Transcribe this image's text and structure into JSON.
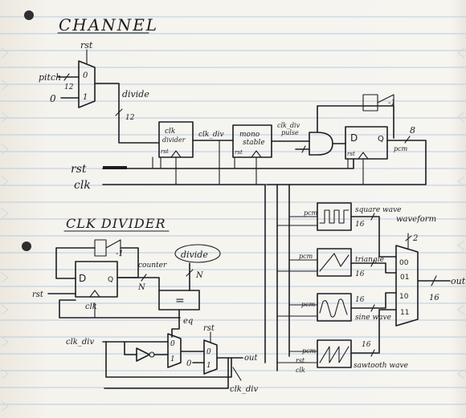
{
  "titles": {
    "channel": "CHANNEL",
    "clk_divider": "CLK DIVIDER"
  },
  "channel": {
    "mux": {
      "in0": "pitch",
      "in1": "0",
      "sel_top": "rst",
      "port0": "0",
      "port1": "1",
      "bus_width": "12"
    },
    "divide": {
      "label": "divide",
      "bus_width": "12"
    },
    "clk_divider_block": {
      "line1": "clk",
      "line2": "divider",
      "rst": "rst"
    },
    "clk_div_wire": "clk_div",
    "mono_stable": {
      "line1": "mono",
      "line2": "stable",
      "rst": "rst"
    },
    "clk_div_pulse": {
      "line1": "clk_div",
      "line2": "pulse"
    },
    "dff": {
      "d": "D",
      "q": "Q",
      "rst": "rst"
    },
    "pcm": {
      "label": "pcm",
      "bus_width": "8"
    },
    "toggle": {
      "label": "-1"
    },
    "inputs": {
      "rst": "rst",
      "clk": "clk"
    }
  },
  "waves": [
    {
      "pcm": "pcm",
      "name": "square wave",
      "bits": "16"
    },
    {
      "pcm": "pcm",
      "name": "triangle",
      "bits": "16"
    },
    {
      "pcm": "pcm",
      "name": "sine wave",
      "bits": "16"
    },
    {
      "pcm": "pcm",
      "name": "sawtooth wave",
      "bits": "16"
    }
  ],
  "waveform_mux": {
    "label": "waveform",
    "sel_width": "2",
    "inputs": [
      "00",
      "01",
      "10",
      "11"
    ],
    "out": "out",
    "out_width": "16"
  },
  "bottom_labels": {
    "rst": "rst",
    "clk": "clk"
  },
  "divider": {
    "counter": "counter",
    "divide": "divide",
    "n1": "N",
    "n2": "N",
    "toggle": "-1",
    "dff": {
      "d": "D",
      "q": "Q",
      "clk": "clk"
    },
    "rst": "rst",
    "equal": "=",
    "eq": "eq",
    "clk_div_in": "clk_div",
    "mux1": {
      "port0": "0",
      "port1": "1"
    },
    "zero": "0",
    "rst2": "rst",
    "mux2": {
      "port0": "0",
      "port1": "1"
    },
    "out": "out",
    "clk_div_out": "clk_div"
  }
}
